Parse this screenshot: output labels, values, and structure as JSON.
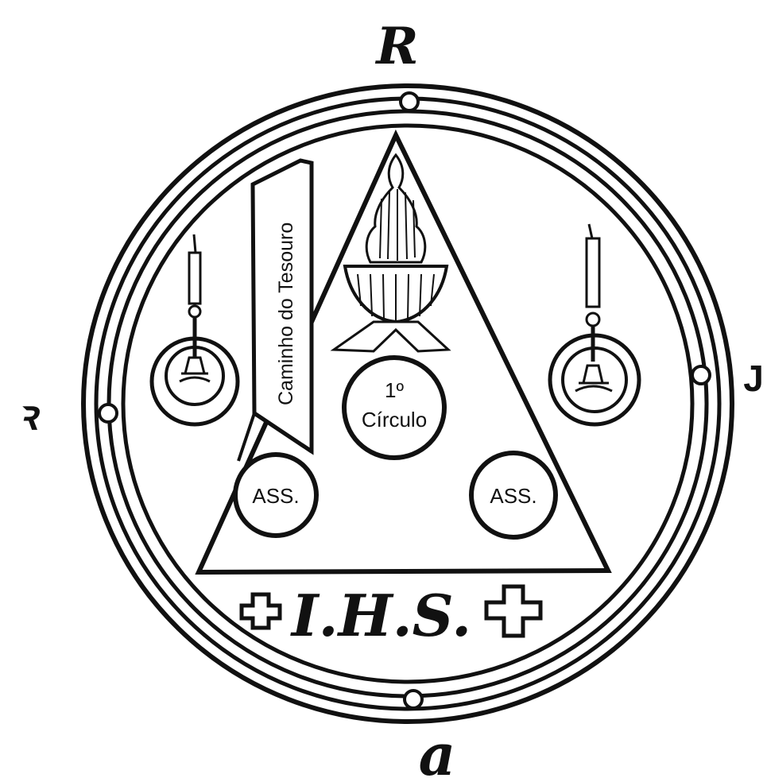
{
  "compass": {
    "top": "R",
    "bottom": "a",
    "left": "ꝛ",
    "right": "J"
  },
  "path_label": "Caminho do Tesouro",
  "main_circle": {
    "line1": "1º",
    "line2": "Círculo"
  },
  "assistant_left": "ASS.",
  "assistant_right": "ASS.",
  "monogram": "I.H.S.",
  "colors": {
    "ink": "#111111",
    "paper": "#ffffff"
  },
  "icons": [
    "candle-icon",
    "incense-brazier-icon",
    "cross-icon"
  ]
}
